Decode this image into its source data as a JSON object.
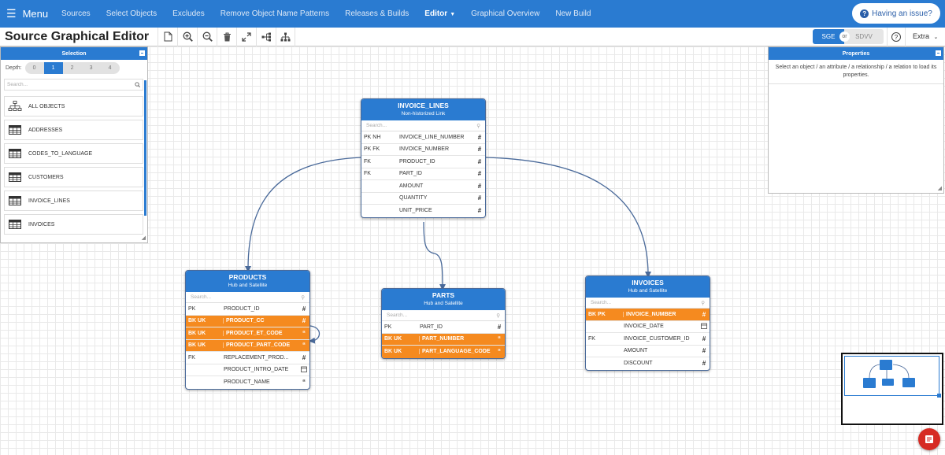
{
  "nav": {
    "menu_label": "Menu",
    "items": [
      {
        "label": "Sources"
      },
      {
        "label": "Select Objects"
      },
      {
        "label": "Excludes"
      },
      {
        "label": "Remove Object Name Patterns"
      },
      {
        "label": "Releases & Builds"
      },
      {
        "label": "Editor",
        "active": true
      },
      {
        "label": "Graphical Overview"
      },
      {
        "label": "New Build"
      }
    ],
    "issue_label": "Having an issue?"
  },
  "toolbar": {
    "title": "Source Graphical Editor",
    "tools": [
      "new-document-icon",
      "zoom-in-icon",
      "zoom-out-icon",
      "trash-icon",
      "expand-icon",
      "hierarchy-horizontal-icon",
      "hierarchy-vertical-icon"
    ],
    "toggle": {
      "left": "SGE",
      "middle": "or",
      "right": "SDVV"
    },
    "help": "?",
    "extra_label": "Extra"
  },
  "selection_panel": {
    "title": "Selection",
    "depth_label": "Depth:",
    "depths": [
      "0",
      "1",
      "2",
      "3",
      "4"
    ],
    "active_depth": "1",
    "search_placeholder": "Search...",
    "items": [
      {
        "label": "ALL OBJECTS",
        "icon": "hierarchy-icon"
      },
      {
        "label": "ADDRESSES",
        "icon": "table-icon"
      },
      {
        "label": "CODES_TO_LANGUAGE",
        "icon": "table-icon"
      },
      {
        "label": "CUSTOMERS",
        "icon": "table-icon"
      },
      {
        "label": "INVOICE_LINES",
        "icon": "table-icon"
      },
      {
        "label": "INVOICES",
        "icon": "table-icon"
      }
    ]
  },
  "properties_panel": {
    "title": "Properties",
    "message": "Select an object / an attribute / a relationship / a relation to load its properties."
  },
  "entities": {
    "invoice_lines": {
      "name": "INVOICE_LINES",
      "subtitle": "Non-historized Link",
      "search_placeholder": "Search...",
      "rows": [
        {
          "keys": "PK NH",
          "name": "INVOICE_LINE_NUMBER",
          "type": "#"
        },
        {
          "keys": "PK FK",
          "name": "INVOICE_NUMBER",
          "type": "#"
        },
        {
          "keys": "FK",
          "name": "PRODUCT_ID",
          "type": "#"
        },
        {
          "keys": "FK",
          "name": "PART_ID",
          "type": "#"
        },
        {
          "keys": "",
          "name": "AMOUNT",
          "type": "#"
        },
        {
          "keys": "",
          "name": "QUANTITY",
          "type": "#"
        },
        {
          "keys": "",
          "name": "UNIT_PRICE",
          "type": "#"
        }
      ]
    },
    "products": {
      "name": "PRODUCTS",
      "subtitle": "Hub and Satellite",
      "search_placeholder": "Search...",
      "rows": [
        {
          "keys": "PK",
          "name": "PRODUCT_ID",
          "type": "#"
        },
        {
          "keys": "BK UK",
          "name": "PRODUCT_CC",
          "type": "#",
          "highlight": true
        },
        {
          "keys": "BK UK",
          "name": "PRODUCT_ET_CODE",
          "type": "“",
          "highlight": true
        },
        {
          "keys": "BK UK",
          "name": "PRODUCT_PART_CODE",
          "type": "“",
          "highlight": true
        },
        {
          "keys": "FK",
          "name": "REPLACEMENT_PROD...",
          "type": "#"
        },
        {
          "keys": "",
          "name": "PRODUCT_INTRO_DATE",
          "type": "cal"
        },
        {
          "keys": "",
          "name": "PRODUCT_NAME",
          "type": "“"
        }
      ]
    },
    "parts": {
      "name": "PARTS",
      "subtitle": "Hub and Satellite",
      "search_placeholder": "Search...",
      "rows": [
        {
          "keys": "PK",
          "name": "PART_ID",
          "type": "#"
        },
        {
          "keys": "BK UK",
          "name": "PART_NUMBER",
          "type": "“",
          "highlight": true
        },
        {
          "keys": "BK UK",
          "name": "PART_LANGUAGE_CODE",
          "type": "“",
          "highlight": true
        }
      ]
    },
    "invoices": {
      "name": "INVOICES",
      "subtitle": "Hub and Satellite",
      "search_placeholder": "Search...",
      "rows": [
        {
          "keys": "BK PK",
          "name": "INVOICE_NUMBER",
          "type": "#",
          "highlight": true
        },
        {
          "keys": "",
          "name": "INVOICE_DATE",
          "type": "cal"
        },
        {
          "keys": "FK",
          "name": "INVOICE_CUSTOMER_ID",
          "type": "#"
        },
        {
          "keys": "",
          "name": "AMOUNT",
          "type": "#"
        },
        {
          "keys": "",
          "name": "DISCOUNT",
          "type": "#"
        }
      ]
    }
  },
  "colors": {
    "primary": "#2a7bd1",
    "highlight": "#f58a1f",
    "wire": "#4a6a9a",
    "fab": "#d62b24"
  }
}
